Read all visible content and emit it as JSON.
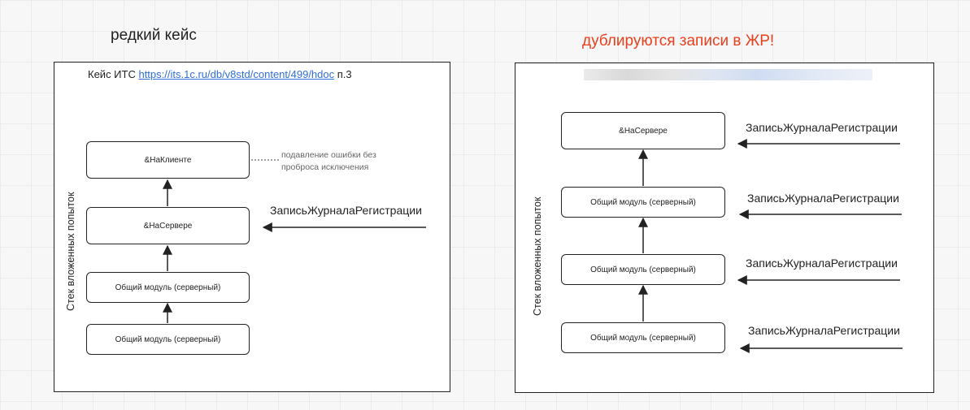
{
  "left_title": "редкий кейс",
  "right_title": "дублируются записи в ЖР!",
  "left_panel": {
    "caption_prefix": "Кейс ИТС ",
    "caption_link": "https://its.1c.ru/db/v8std/content/499/hdoc",
    "caption_suffix": " п.3",
    "vertical_label": "Стек вложенных попыток",
    "boxes": [
      "&НаКлиенте",
      "&НаСервере",
      "Общий модуль (серверный)",
      "Общий модуль (серверный)"
    ],
    "note_line1": "подавление ошибки без",
    "note_line2": "проброса исключения",
    "event_label": "ЗаписьЖурналаРегистрации"
  },
  "right_panel": {
    "vertical_label": "Стек вложенных попыток",
    "boxes": [
      "&НаСервере",
      "Общий модуль (серверный)",
      "Общий модуль (серверный)",
      "Общий модуль (серверный)"
    ],
    "event_labels": [
      "ЗаписьЖурналаРегистрации",
      "ЗаписьЖурналаРегистрации",
      "ЗаписьЖурналаРегистрации",
      "ЗаписьЖурналаРегистрации"
    ]
  },
  "colors": {
    "accent_red": "#e8401c",
    "link_blue": "#2f6fd6"
  }
}
